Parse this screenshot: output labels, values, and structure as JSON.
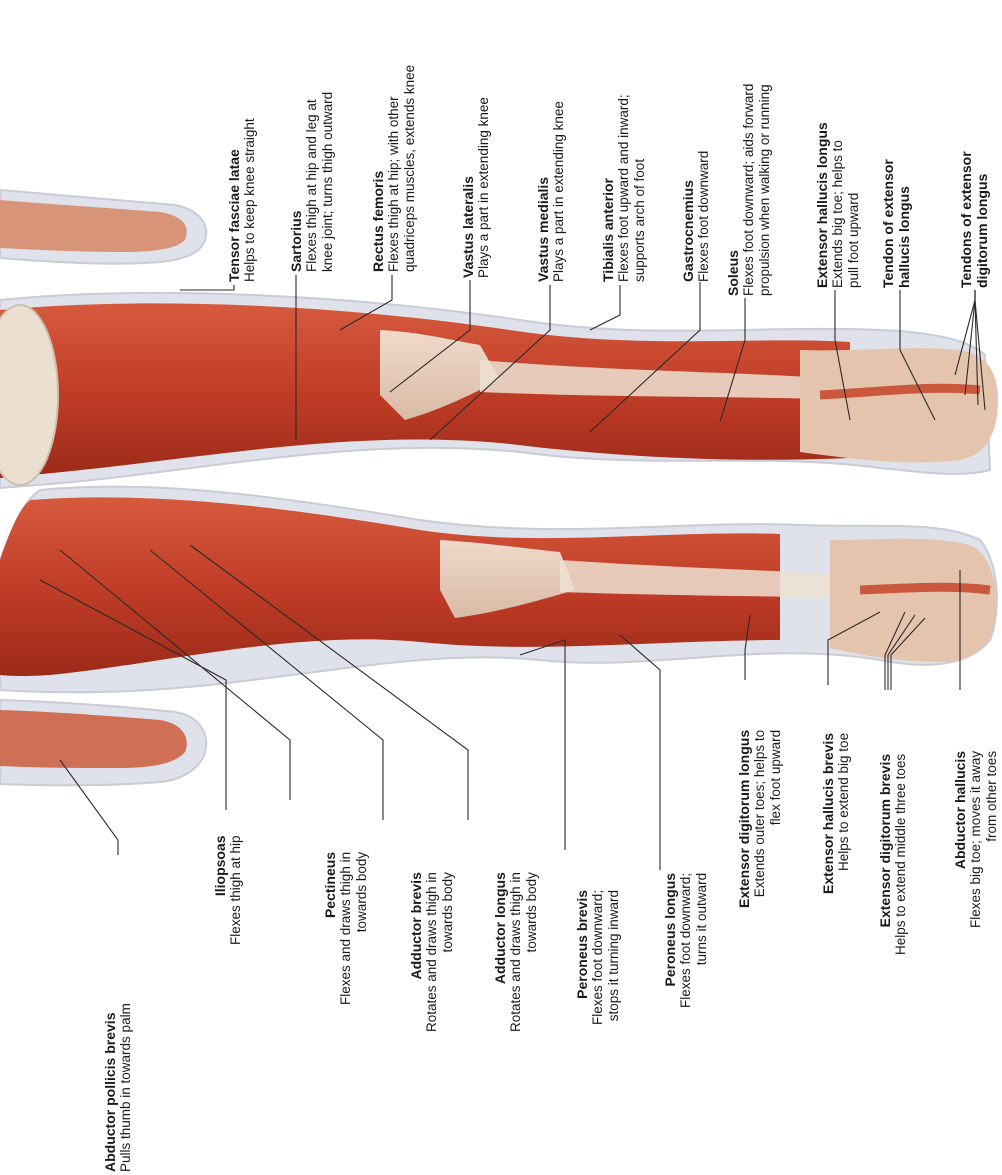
{
  "figure": {
    "colors": {
      "muscle": "#c8432b",
      "muscle_dark": "#9b2a1a",
      "tendon": "#efe1cf",
      "skin_outline": "#c9ccd6",
      "bone": "#e7dccb"
    }
  },
  "labels": {
    "tensor_fasciae_latae": {
      "name": "Tensor fasciae latae",
      "desc": [
        "Helps to keep knee straight"
      ]
    },
    "sartorius": {
      "name": "Sartorius",
      "desc": [
        "Flexes thigh at hip and leg at",
        "knee joint; turns thigh outward"
      ]
    },
    "rectus_femoris": {
      "name": "Rectus femoris",
      "desc": [
        "Flexes thigh at hip; with other",
        "quadriceps muscles, extends knee"
      ]
    },
    "vastus_lateralis": {
      "name": "Vastus lateralis",
      "desc": [
        "Plays a part in extending knee"
      ]
    },
    "vastus_medialis": {
      "name": "Vastus medialis",
      "desc": [
        "Plays a part in extending knee"
      ]
    },
    "tibialis_anterior": {
      "name": "Tibialis anterior",
      "desc": [
        "Flexes foot upward and inward;",
        "supports arch of foot"
      ]
    },
    "gastrocnemius": {
      "name": "Gastrocnemius",
      "desc": [
        "Flexes foot downward"
      ]
    },
    "soleus": {
      "name": "Soleus",
      "desc": [
        "Flexes foot downward; aids forward",
        "propulsion when walking or running"
      ]
    },
    "extensor_hallucis_longus": {
      "name": "Extensor hallucis longus",
      "desc": [
        "Extends big toe; helps to",
        "pull foot upward"
      ]
    },
    "tendon_extensor_hallucis_longus": {
      "name": [
        "Tendon of extensor",
        "hallucis longus"
      ],
      "desc": []
    },
    "tendons_extensor_digitorum_longus": {
      "name": [
        "Tendons of extensor",
        "digitorum longus"
      ],
      "desc": []
    },
    "abductor_pollicis_brevis": {
      "name": "Abductor pollicis brevis",
      "desc": [
        "Pulls thumb in towards palm"
      ]
    },
    "iliopsoas": {
      "name": "Iliopsoas",
      "desc": [
        "Flexes thigh at hip"
      ]
    },
    "pectineus": {
      "name": "Pectineus",
      "desc": [
        "Flexes and draws thigh in",
        "towards body"
      ]
    },
    "adductor_brevis": {
      "name": "Adductor brevis",
      "desc": [
        "Rotates and draws thigh in",
        "towards body"
      ]
    },
    "adductor_longus": {
      "name": "Adductor longus",
      "desc": [
        "Rotates and draws thigh in",
        "towards body"
      ]
    },
    "peroneus_brevis": {
      "name": "Peroneus brevis",
      "desc": [
        "Flexes foot downward;",
        "stops it turning inward"
      ]
    },
    "peroneus_longus": {
      "name": "Peroneus longus",
      "desc": [
        "Flexes foot downward;",
        "turns it outward"
      ]
    },
    "extensor_digitorum_longus": {
      "name": "Extensor digitorum longus",
      "desc": [
        "Extends outer toes; helps to",
        "flex foot upward"
      ]
    },
    "extensor_hallucis_brevis": {
      "name": "Extensor hallucis brevis",
      "desc": [
        "Helps to extend big toe"
      ]
    },
    "extensor_digitorum_brevis": {
      "name": "Extensor digitorum brevis",
      "desc": [
        "Helps to extend middle three toes"
      ]
    },
    "abductor_hallucis": {
      "name": "Abductor hallucis",
      "desc": [
        "Flexes big toe; moves it away",
        "from other toes"
      ]
    }
  }
}
